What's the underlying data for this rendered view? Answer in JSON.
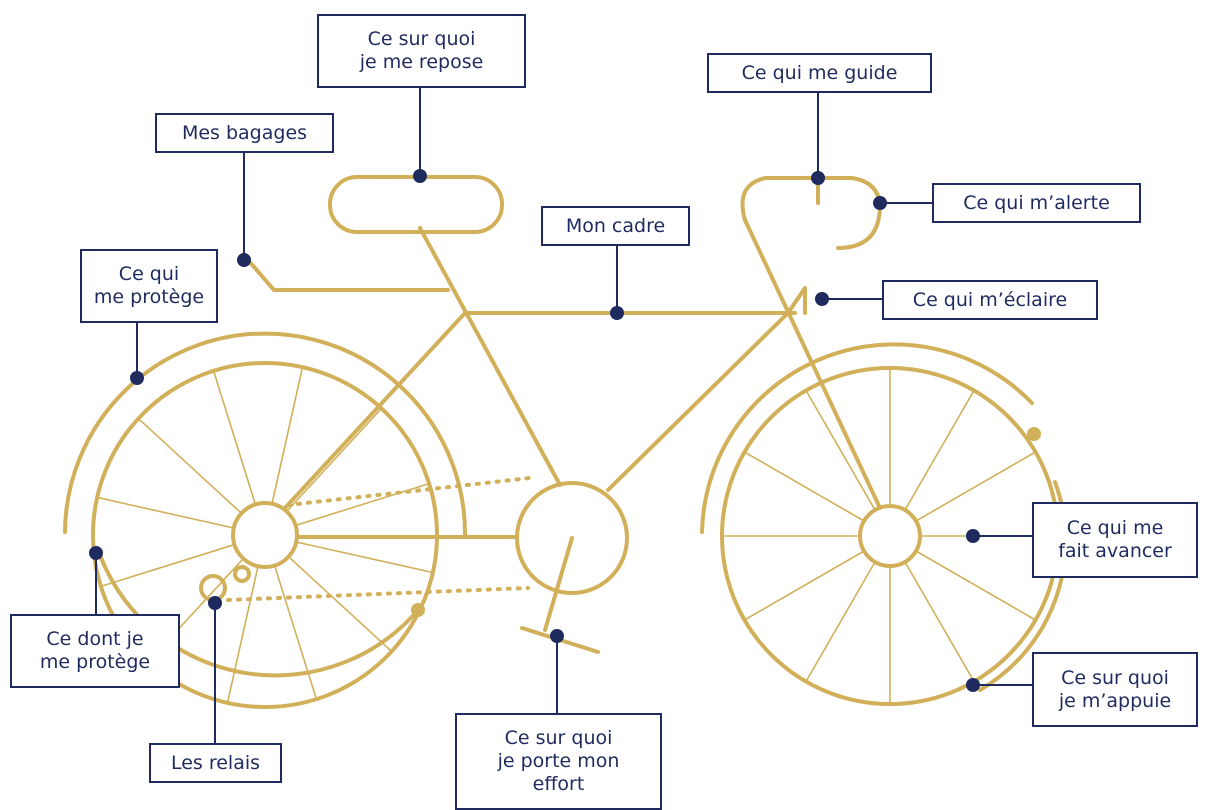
{
  "colors": {
    "bike": "#d2b05a",
    "accent": "#1f2a5e",
    "background": "#ffffff"
  },
  "labels": {
    "seat": "Ce sur quoi\nje me repose",
    "luggage": "Mes bagages",
    "guide": "Ce qui me guide",
    "alert": "Ce qui m’alerte",
    "frame": "Mon cadre",
    "light": "Ce qui m’éclaire",
    "protects_me": "Ce qui\nme protège",
    "propels": "Ce qui me\nfait avancer",
    "protect_from": "Ce dont je\nme protège",
    "lean_on": "Ce sur quoi\nje m’appuie",
    "relays": "Les relais",
    "effort": "Ce sur quoi\nje porte mon\neffort"
  }
}
